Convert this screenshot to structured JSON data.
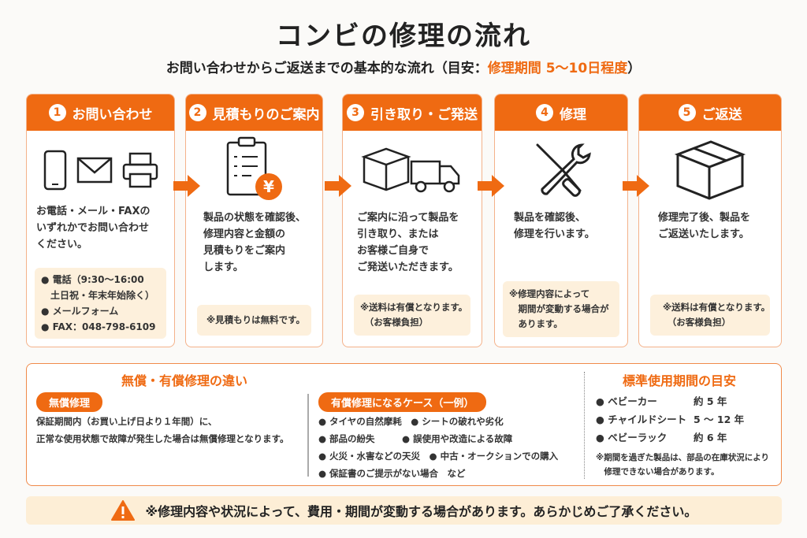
{
  "title": "コンビの修理の流れ",
  "subtitle": {
    "prefix": "お問い合わせからご返送までの基本的な流れ（目安：",
    "highlight": "修理期間 5〜10日程度",
    "suffix": "）"
  },
  "steps": [
    {
      "num": "1",
      "label": "お問い合わせ",
      "desc": [
        "お電話・メール・FAXの",
        "いずれかでお問い合わせ",
        "ください。"
      ],
      "note": [
        "● 電話（9:30〜16:00",
        "　土日祝・年末年始除く）",
        "● メールフォーム",
        "● FAX：048-798-6109"
      ]
    },
    {
      "num": "2",
      "label": "見積もりのご案内",
      "desc": [
        "製品の状態を確認後、",
        "修理内容と金額の",
        "見積もりをご案内",
        "します。"
      ],
      "note": [
        "※見積もりは無料です。"
      ],
      "yen": "¥"
    },
    {
      "num": "3",
      "label": "引き取り・ご発送",
      "desc": [
        "ご案内に沿って製品を",
        "引き取り、または",
        "お客様ご自身で",
        "ご発送いただきます。"
      ],
      "note": [
        "※送料は有償となります。",
        "　（お客様負担）"
      ]
    },
    {
      "num": "4",
      "label": "修理",
      "desc": [
        "製品を確認後、",
        "修理を行います。"
      ],
      "note": [
        "※修理内容によって",
        "　期間が変動する場合が",
        "　あります。"
      ]
    },
    {
      "num": "5",
      "label": "ご返送",
      "desc": [
        "修理完了後、製品を",
        "ご返送いたします。"
      ],
      "note": [
        "※送料は有償となります。",
        "　（お客様負担）"
      ]
    }
  ],
  "diff": {
    "title": "無償・有償修理の違い",
    "free_label": "無償修理",
    "free_text": [
      "保証期間内（お買い上げ日より１年間）に、",
      "正常な使用状態で故障が発生した場合は無償修理となります。"
    ],
    "paid_label": "有償修理になるケース（一例）",
    "paid_items": [
      "● タイヤの自然摩耗　● シートの破れや劣化",
      "● 部品の紛失　　　● 誤使用や改造による故障",
      "● 火災・水害などの天災　● 中古・オークションでの購入",
      "● 保証書のご提示がない場合　など"
    ]
  },
  "usage": {
    "title": "標準使用期間の目安",
    "items": [
      {
        "name": "● ベビーカー",
        "period": "約 5 年"
      },
      {
        "name": "● チャイルドシート",
        "period": "5 〜 12 年"
      },
      {
        "name": "● ベビーラック",
        "period": "約 6 年"
      }
    ],
    "note": [
      "※期間を過ぎた製品は、部品の在庫状況により",
      "　修理できない場合があります。"
    ]
  },
  "footer": {
    "text": "※修理内容や状況によって、費用・期間が変動する場合があります。あらかじめご了承ください。",
    "icon": "warning-icon"
  },
  "colors": {
    "accent": "#ef6a12",
    "note_bg": "#fdf0dc"
  }
}
